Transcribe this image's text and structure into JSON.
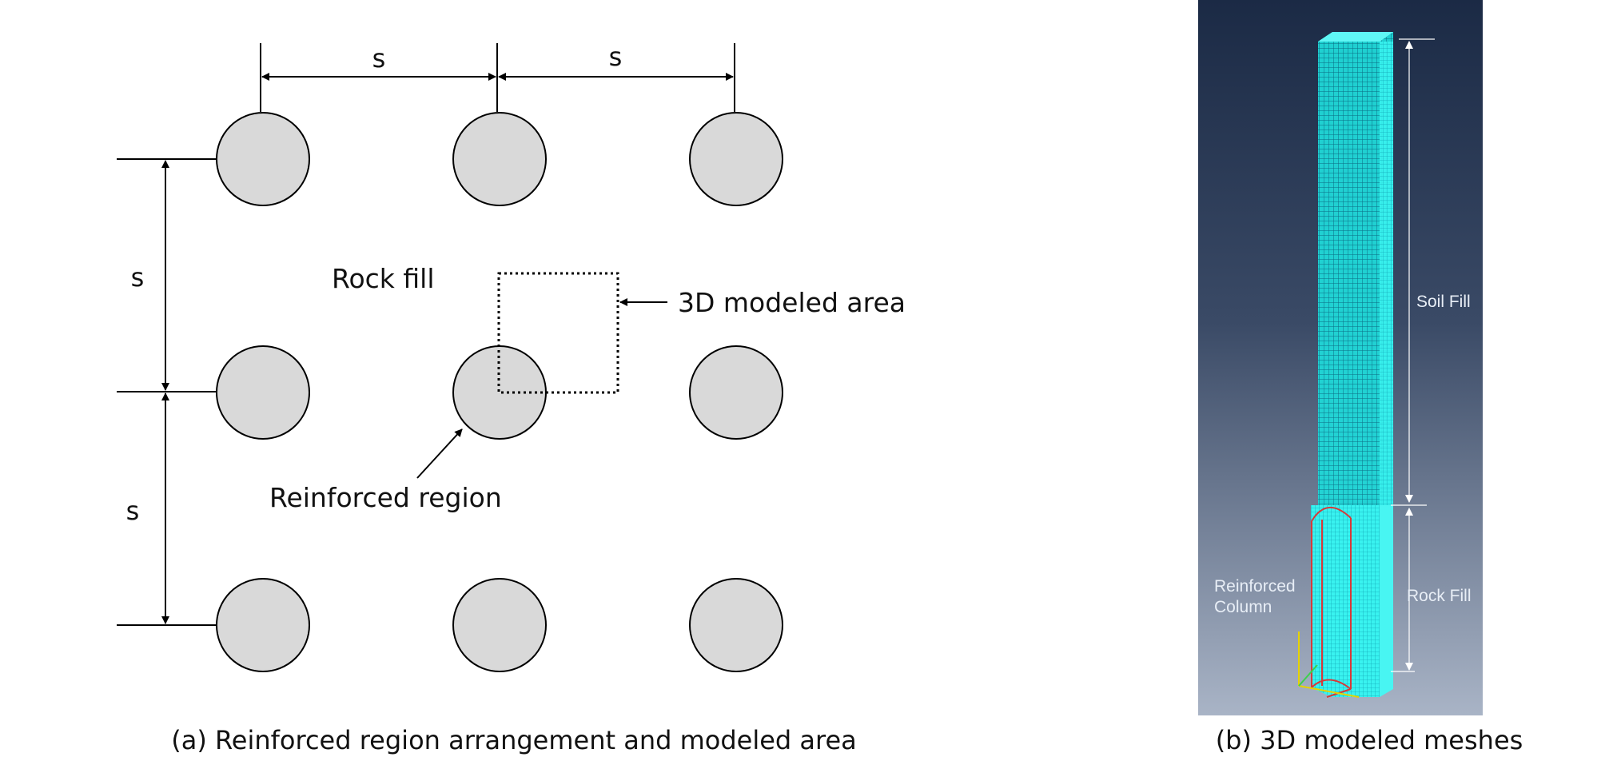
{
  "panel_a": {
    "dim_top_left": "s",
    "dim_top_right": "s",
    "dim_left_upper": "s",
    "dim_left_lower": "s",
    "rock_fill": "Rock fill",
    "modeled_area": "3D modeled area",
    "reinforced_region": "Reinforced region",
    "caption": "(a) Reinforced region arrangement and modeled area"
  },
  "panel_b": {
    "soil_fill": "Soil Fill",
    "rock_fill": "Rock Fill",
    "reinforced_column_line1": "Reinforced",
    "reinforced_column_line2": "Column",
    "caption": "(b) 3D modeled meshes"
  },
  "colors": {
    "circle_fill": "#d9d9d9",
    "mesh": "#2ef2ee",
    "column_outline": "#d63a3a",
    "background_top": "#1b2a45",
    "background_bottom": "#a9b4c6"
  }
}
